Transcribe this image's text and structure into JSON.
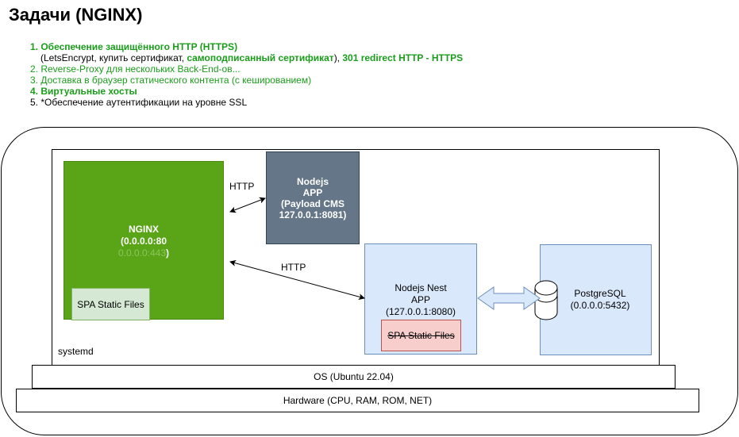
{
  "title": "Задачи (NGINX)",
  "tasks": {
    "item1_title": "1. Обеспечение защищённого HTTP (HTTPS)",
    "item1_sub_a": "(LetsEncrypt, купить сертификат, ",
    "item1_sub_b": "самоподписанный сертификат",
    "item1_sub_c": "), ",
    "item1_sub_d": "301 redirect HTTP - HTTPS",
    "item2": "2. Reverse-Proxy для нескольких Back-End-ов...",
    "item3": "3. Доставка в браузер статического контента (с кешированием)",
    "item4": "4. Виртуальные хосты",
    "item5": "5. *Обеспечение аутентификации на уровне SSL"
  },
  "diagram": {
    "systemd": "systemd",
    "nginx": {
      "name": "NGINX",
      "addr1": "(0.0.0.0:80",
      "addr2": "0.0.0.0:443",
      "close": ")"
    },
    "spa_static_nginx": "SPA Static Files",
    "nodejs_app": {
      "line1": "Nodejs",
      "line2": "APP",
      "line3": "(Payload CMS",
      "line4": "127.0.0.1:8081)"
    },
    "nest_app": {
      "line1": "Nodejs Nest",
      "line2": "APP",
      "line3": "(127.0.0.1:8080)"
    },
    "spa_static_nest": "SPA Static Files",
    "postgres": {
      "line1": "PostgreSQL",
      "line2": "(0.0.0.0:5432)"
    },
    "http_label_1": "HTTP",
    "http_label_2": "HTTP",
    "os": "OS (Ubuntu 22.04)",
    "hardware": "Hardware (CPU, RAM, ROM, NET)"
  }
}
